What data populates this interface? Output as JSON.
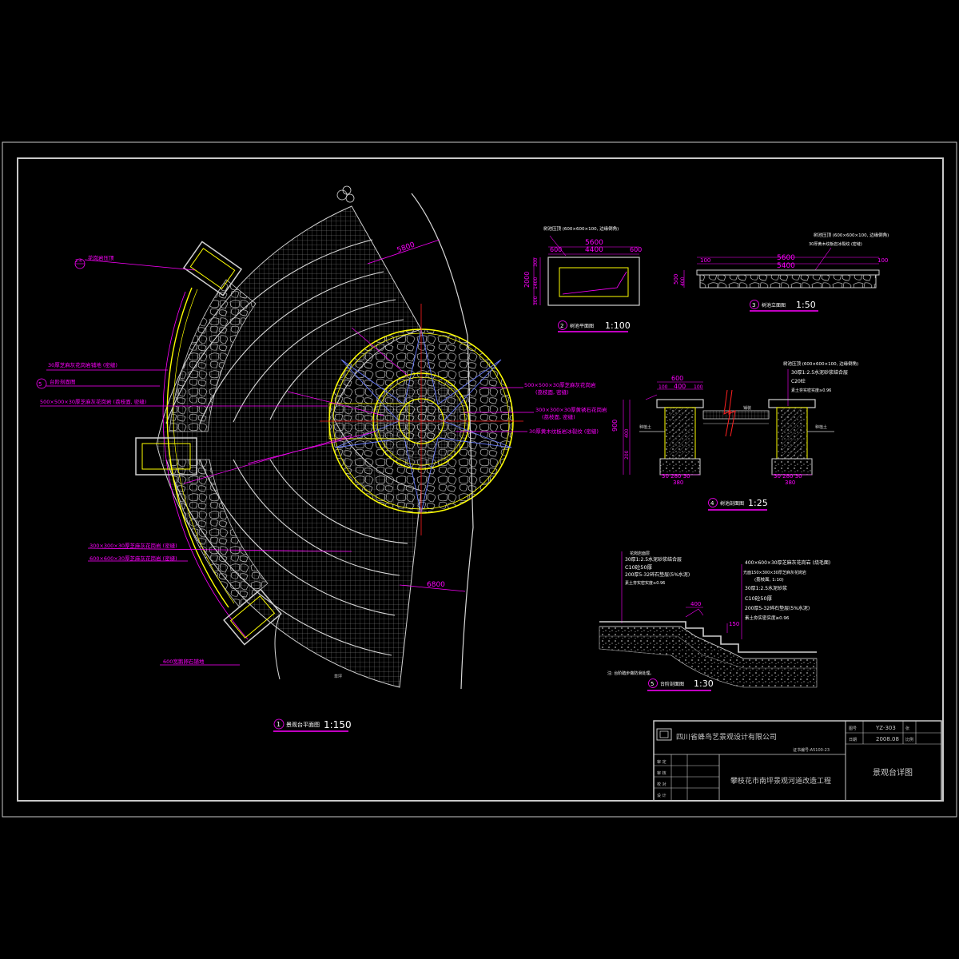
{
  "colors": {
    "background": "#000000",
    "frame": "#c8c8c8",
    "magenta": "#ff00ff",
    "yellow": "#ffff00",
    "blue": "#6a7dff",
    "white": "#ffffff",
    "red": "#ff2020",
    "grid": "#9a9a9a"
  },
  "plan": {
    "title": "景观台平面图",
    "number": "1",
    "scale": "1:150",
    "dims": {
      "d5800": "5800",
      "d6800": "6800"
    },
    "callouts": {
      "c1_num": "2-4",
      "c1_text": "花岗岩压顶",
      "c2_text": "30厚芝麻灰花岗岩铺地 (密缝)",
      "c3_num": "5",
      "c3_text": "台阶剖面图",
      "c4_text": "500×500×30厚芝麻灰花岗岩 (荔枝面, 密缝)",
      "c5_text": "500×500×30厚芝麻灰花岗岩",
      "c5_sub": "(荔枝面, 密缝)",
      "c6_text": "300×300×30厚黄锈石花岗岩",
      "c6_sub": "(荔枝面, 密缝)",
      "c7_text": "30厚黄木纹板岩冰裂纹 (密缝)",
      "c8_text": "300×300×30厚芝麻灰花岗岩 (密缝)",
      "c9_text": "600×600×30厚芝麻灰花岗岩 (密缝)",
      "c10_text": "600宽鹅卵石铺地",
      "c11_text": "草坪"
    }
  },
  "detail2": {
    "number": "2",
    "title": "树池平面图",
    "scale": "1:100",
    "note": "树池压顶 (600×600×100, 边缘倒角)",
    "dims": {
      "overall": "5600",
      "inner": "4400",
      "left": "600",
      "right": "600",
      "h_total": "2000",
      "h1": "300",
      "h2": "1400",
      "h3": "300"
    }
  },
  "detail3": {
    "number": "3",
    "title": "树池立面图",
    "scale": "1:50",
    "note": "树池压顶 (600×600×100, 边缘倒角)",
    "note2": "30厚黄木纹板岩冰裂纹 (密缝)",
    "dims": {
      "overall": "5600",
      "inner": "5400",
      "left": "100",
      "right": "100",
      "h1": "500",
      "h2": "400"
    }
  },
  "detail4": {
    "number": "4",
    "title": "树池剖面图",
    "scale": "1:25",
    "note": "树池压顶 (600×600×100, 边缘倒角)",
    "layers": [
      "30厚1:2.5水泥砂浆结合层",
      "C20砼",
      "素土夯实密实度≥0.96"
    ],
    "dims": {
      "w600": "600",
      "w100a": "100",
      "w400": "400",
      "w100b": "100",
      "h900": "900",
      "h200": "200",
      "h400": "400",
      "b_left": "30 280 30",
      "b_bot": "380",
      "b_right": "30 280 30",
      "b_bot2": "380"
    },
    "labels": {
      "grass_left": "种植土",
      "grass_right": "种植土",
      "middle": "铺装"
    }
  },
  "detail5": {
    "number": "5",
    "title": "台阶剖面图",
    "scale": "1:30",
    "left_layers": [
      "花岗岩面层",
      "30厚1:2.5水泥砂浆结合层",
      "C10砼50厚",
      "200厚5-32碎石垫层(5%水泥)",
      "素土夯实密实度≥0.96"
    ],
    "right_layers": [
      "400×600×30厚芝麻灰花岗岩 (烧毛面)",
      "光面150×300×30厚芝麻灰花岗岩",
      "(荔枝面, 1:10)",
      "30厚1:2.5水泥砂浆",
      "C10砼50厚",
      "200厚5-32碎石垫层(5%水泥)",
      "素土夯实密实度≥0.96"
    ],
    "dims": {
      "tread": "400",
      "riser": "150"
    },
    "note": "注: 台阶踏步做防滑处理。"
  },
  "titleblock": {
    "company": "四川省蜂鸟艺景观设计有限公司",
    "cert": "证书编号:A5100-23",
    "project": "攀枝花市南坪景观河道改造工程",
    "drawing": "景观台详图",
    "field_code": "图号",
    "code": "YZ-303",
    "field_date": "日期",
    "date": "2008.08",
    "field_sheet": "张",
    "field_scale": "比例",
    "rows": [
      "审 定",
      "审 核",
      "校 对",
      "设 计"
    ]
  }
}
